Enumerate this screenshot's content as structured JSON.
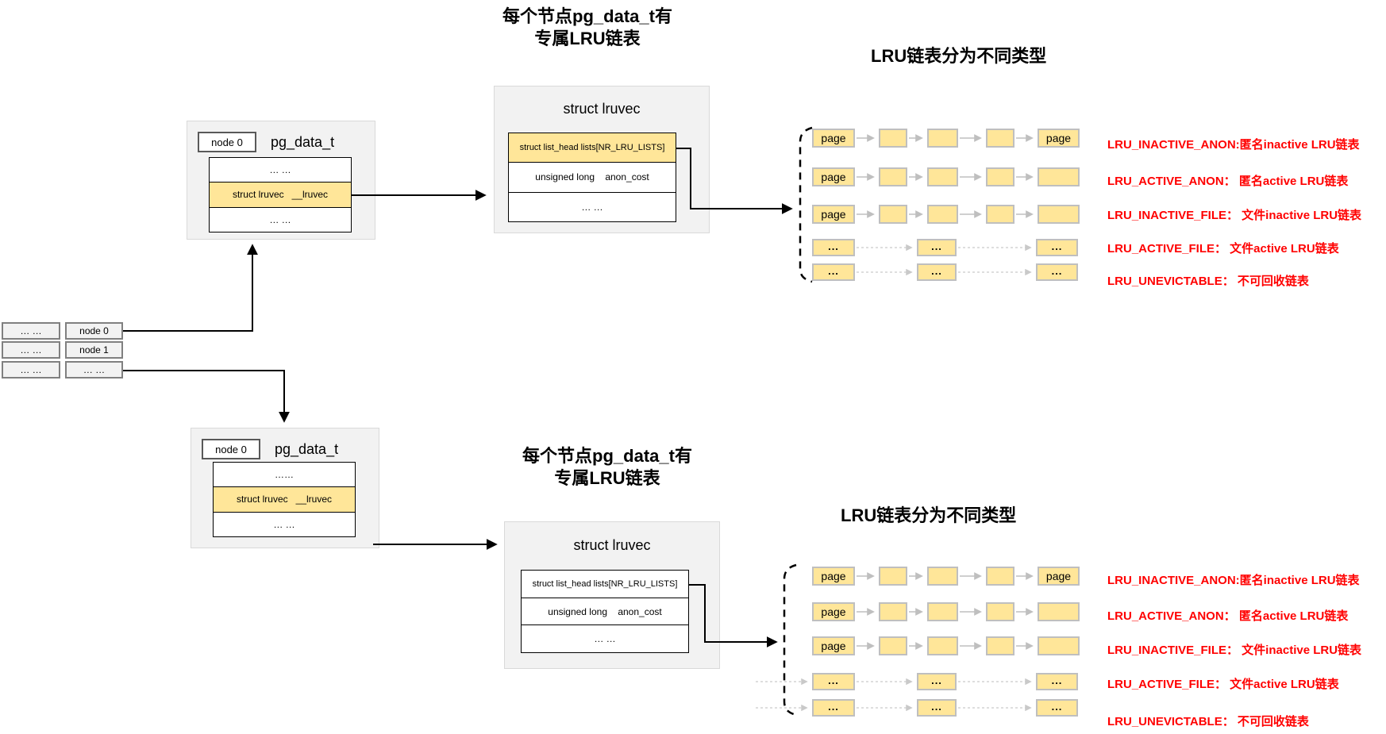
{
  "titles": {
    "top_main_line1": "每个节点pg_data_t有",
    "top_main_line2": "专属LRU链表",
    "top_right": "LRU链表分为不同类型",
    "bottom_main_line1": "每个节点pg_data_t有",
    "bottom_main_line2": "专属LRU链表",
    "bottom_right": "LRU链表分为不同类型"
  },
  "node_list": {
    "left_column": [
      "… …",
      "… …",
      "… …"
    ],
    "right_column": [
      "node 0",
      "node 1",
      "… …"
    ]
  },
  "pgdata_top": {
    "node_label": "node 0",
    "title": "pg_data_t",
    "rows": [
      "… …",
      "struct lruvec   __lruvec",
      "… …"
    ]
  },
  "lruvec_top": {
    "title": "struct lruvec",
    "rows": [
      "struct list_head lists[NR_LRU_LISTS]",
      "unsigned long    anon_cost",
      "… …"
    ]
  },
  "pgdata_bottom": {
    "node_label": "node 0",
    "title": "pg_data_t",
    "rows": [
      "……",
      "struct lruvec   __lruvec",
      "… …"
    ]
  },
  "lruvec_bottom": {
    "title": "struct lruvec",
    "rows": [
      "struct list_head lists[NR_LRU_LISTS]",
      "unsigned long    anon_cost",
      "… …"
    ]
  },
  "lru_type_labels": [
    "LRU_INACTIVE_ANON:匿名inactive LRU链表",
    "LRU_ACTIVE_ANON： 匿名active LRU链表",
    "LRU_INACTIVE_FILE： 文件inactive LRU链表",
    "LRU_ACTIVE_FILE： 文件active LRU链表",
    "LRU_UNEVICTABLE： 不可回收链表"
  ],
  "chains": {
    "page_label": "page",
    "dots_label": "...",
    "rows": [
      {
        "style": "solid",
        "boxes": [
          "page",
          "",
          "",
          "",
          "page"
        ]
      },
      {
        "style": "solid",
        "boxes": [
          "page",
          "",
          "",
          "",
          ""
        ]
      },
      {
        "style": "solid",
        "boxes": [
          "page",
          "",
          "",
          "",
          ""
        ]
      },
      {
        "style": "dashed",
        "boxes": [
          "...",
          "...",
          "..."
        ]
      },
      {
        "style": "dashed",
        "boxes": [
          "...",
          "...",
          "..."
        ]
      }
    ]
  },
  "colors": {
    "highlight_yellow": "#FFE699",
    "label_red": "#FF0000",
    "container_gray": "#F2F2F2",
    "chain_border_gray": "#BFBFBF"
  }
}
